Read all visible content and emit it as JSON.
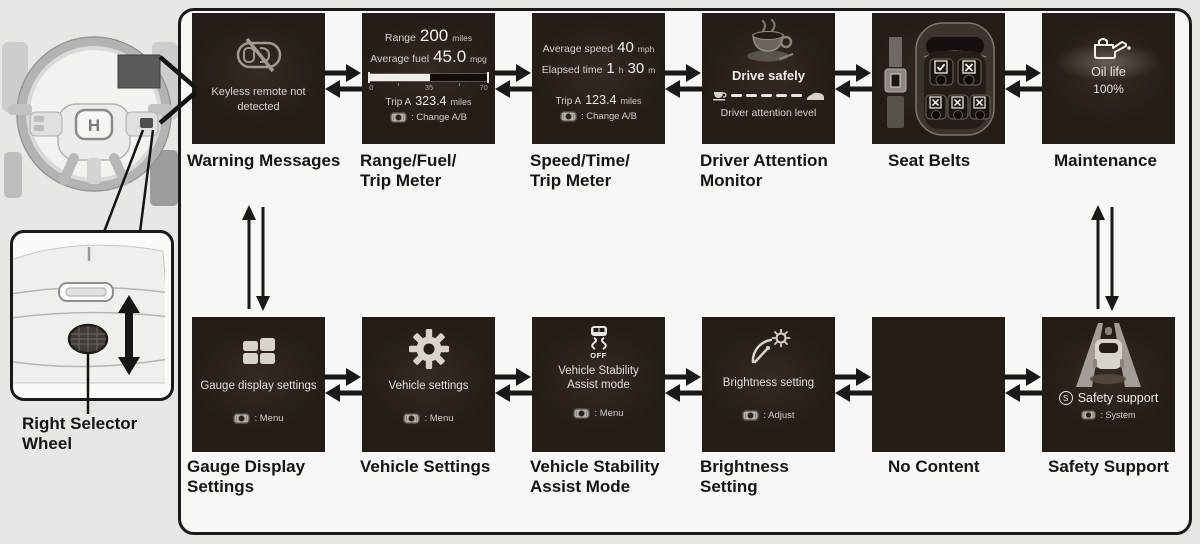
{
  "colors": {
    "page_bg": "#e7e7e6",
    "frame_bg": "#f7f7f5",
    "screen_bg": "#241c17",
    "ink": "#1a1a1a",
    "screen_text": "#dcd7d2",
    "icon_gray": "#d6d1cb"
  },
  "left_panel": {
    "honda_logo": "H",
    "wheel_label_line1": "Right Selector",
    "wheel_label_line2": "Wheel"
  },
  "top_row": {
    "warning": {
      "label": "Warning Messages",
      "message": "Keyless remote not detected"
    },
    "range_fuel": {
      "label1": "Range/Fuel/",
      "label2": "Trip Meter",
      "range_label": "Range",
      "range_value": "200",
      "range_unit": "miles",
      "fuel_label": "Average fuel",
      "fuel_value": "45.0",
      "fuel_unit": "mpg",
      "fuel_gauge_percent": 51,
      "tick0": "0",
      "tick1": "35",
      "tick2": "70",
      "trip_label": "Trip A",
      "trip_value": "323.4",
      "trip_unit": "miles",
      "hint": ": Change A/B"
    },
    "speed_time": {
      "label1": "Speed/Time/",
      "label2": "Trip Meter",
      "speed_label": "Average speed",
      "speed_value": "40",
      "speed_unit": "mph",
      "time_label": "Elapsed time",
      "time_h": "1",
      "time_h_unit": "h",
      "time_m": "30",
      "time_m_unit": "m",
      "trip_label": "Trip A",
      "trip_value": "123.4",
      "trip_unit": "miles",
      "hint": ": Change A/B"
    },
    "attention": {
      "label1": "Driver Attention",
      "label2": "Monitor",
      "message": "Drive safely",
      "caption": "Driver attention level",
      "attention_segments": 5
    },
    "seat_belts": {
      "label": "Seat Belts"
    },
    "maintenance": {
      "label": "Maintenance",
      "oil_label": "Oil life",
      "oil_value": "100%"
    }
  },
  "bottom_row": {
    "gauge_display": {
      "label1": "Gauge Display",
      "label2": "Settings",
      "text": "Gauge display settings",
      "hint": ": Menu"
    },
    "vehicle_settings": {
      "label": "Vehicle Settings",
      "text": "Vehicle settings",
      "hint": ": Menu"
    },
    "vsa": {
      "label1": "Vehicle Stability",
      "label2": "Assist Mode",
      "text1": "Vehicle Stability",
      "text2": "Assist mode",
      "off": "OFF",
      "hint": ": Menu"
    },
    "brightness": {
      "label1": "Brightness",
      "label2": "Setting",
      "text": "Brightness setting",
      "hint": ": Adjust"
    },
    "no_content": {
      "label": "No Content"
    },
    "safety": {
      "label": "Safety Support",
      "badge": "S",
      "text": "Safety support",
      "hint": ": System"
    }
  }
}
